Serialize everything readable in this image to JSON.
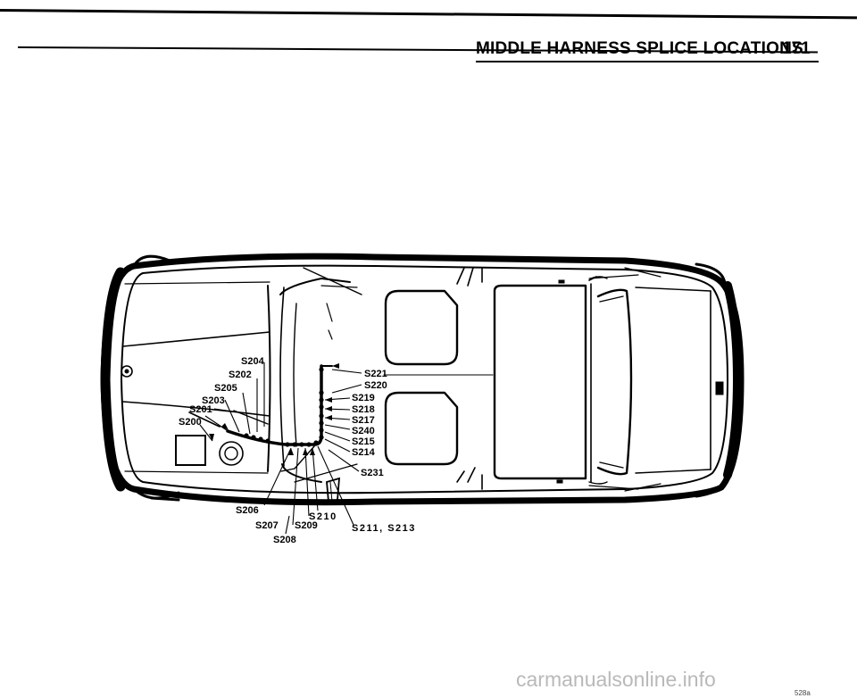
{
  "header": {
    "title": "MIDDLE HARNESS SPLICE LOCATIONS",
    "page_number": "171"
  },
  "diagram": {
    "splice_labels": {
      "s204": "S204",
      "s202": "S202",
      "s205": "S205",
      "s203": "S203",
      "s201": "S201",
      "s200": "S200",
      "s221": "S221",
      "s220": "S220",
      "s219": "S219",
      "s218": "S218",
      "s217": "S217",
      "s240": "S240",
      "s215": "S215",
      "s214": "S214",
      "s231": "S231",
      "s206": "S206",
      "s210": "S210",
      "s207": "S207",
      "s209": "S209",
      "s208": "S208",
      "s211_s213": "S211, S213"
    }
  },
  "footer": {
    "watermark": "carmanualsonline.info",
    "figure_id": "528a"
  }
}
